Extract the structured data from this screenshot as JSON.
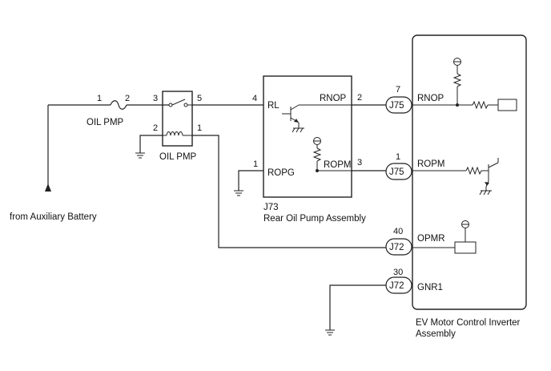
{
  "battery": {
    "label": "from Auxiliary Battery"
  },
  "fuse": {
    "label": "OIL PMP",
    "pin_left": "1",
    "pin_right": "2"
  },
  "relay": {
    "label": "OIL PMP",
    "pin_3": "3",
    "pin_5": "5",
    "pin_2": "2",
    "pin_1": "1"
  },
  "pump": {
    "connector": "J73",
    "name": "Rear Oil Pump Assembly",
    "pin_rl": "4",
    "pin_rnop": "2",
    "pin_ropm": "3",
    "pin_ropg": "1",
    "term_rl": "RL",
    "term_rnop": "RNOP",
    "term_ropm": "ROPM",
    "term_ropg": "ROPG"
  },
  "inverter": {
    "name_line1": "EV Motor Control Inverter",
    "name_line2": "Assembly",
    "terminals": [
      {
        "pin": "7",
        "connector": "J75",
        "name": "RNOP"
      },
      {
        "pin": "1",
        "connector": "J75",
        "name": "ROPM"
      },
      {
        "pin": "40",
        "connector": "J72",
        "name": "OPMR"
      },
      {
        "pin": "30",
        "connector": "J72",
        "name": "GNR1"
      }
    ]
  },
  "icons": [
    "fuse-icon",
    "relay-icon",
    "ground-icon",
    "transistor-icon",
    "resistor-icon",
    "pullup-icon",
    "arrow-up-icon"
  ]
}
